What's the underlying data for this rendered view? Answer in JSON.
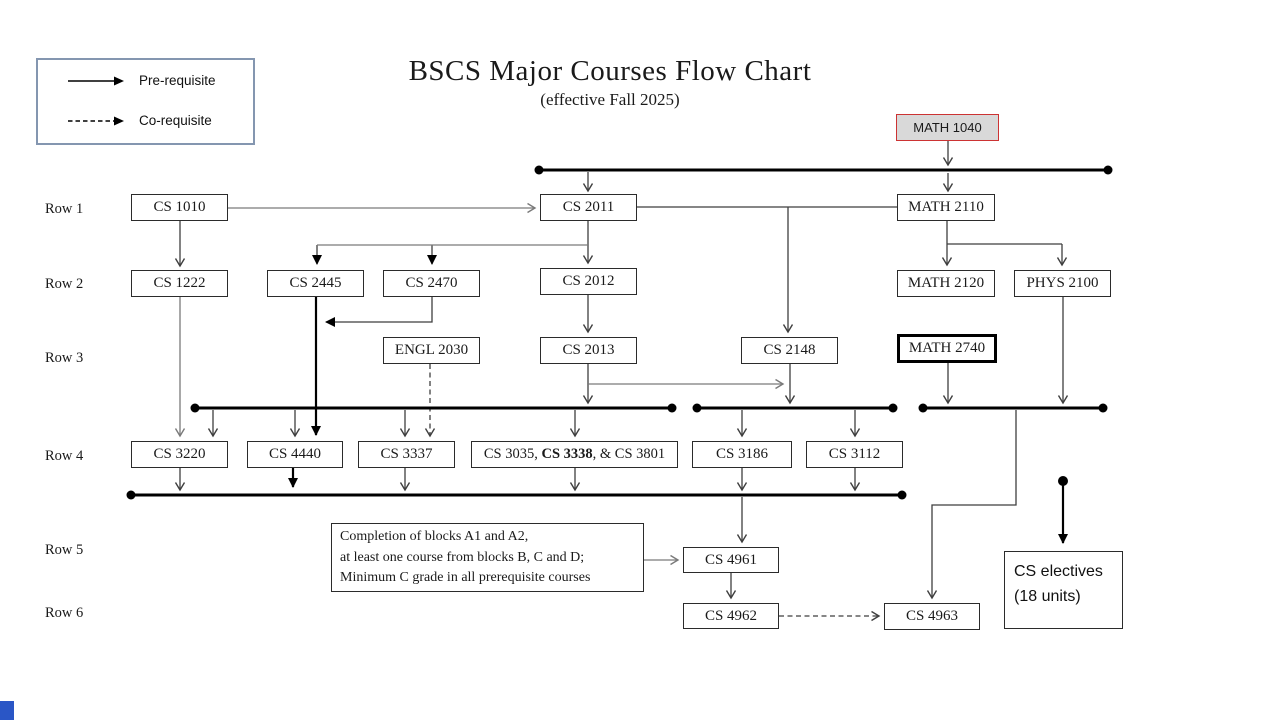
{
  "title": "BSCS Major Courses Flow Chart",
  "subtitle": "(effective Fall 2025)",
  "legend": {
    "pre_label": "Pre-requisite",
    "co_label": "Co-requisite"
  },
  "row_labels": [
    "Row 1",
    "Row 2",
    "Row 3",
    "Row 4",
    "Row 5",
    "Row 6"
  ],
  "nodes": {
    "math1040": "MATH 1040",
    "cs1010": "CS 1010",
    "cs2011": "CS 2011",
    "math2110": "MATH 2110",
    "cs1222": "CS 1222",
    "cs2445": "CS 2445",
    "cs2470": "CS 2470",
    "cs2012": "CS 2012",
    "math2120": "MATH 2120",
    "phys2100": "PHYS 2100",
    "engl2030": "ENGL 2030",
    "cs2013": "CS 2013",
    "cs2148": "CS 2148",
    "math2740": "MATH 2740",
    "cs3220": "CS 3220",
    "cs4440": "CS 4440",
    "cs3337": "CS 3337",
    "cs3035_group": {
      "prefix": "CS 3035, ",
      "bold": "CS 3338",
      "suffix": ", & CS 3801"
    },
    "cs3186": "CS 3186",
    "cs3112": "CS 3112",
    "cs4961": "CS 4961",
    "cs4962": "CS 4962",
    "cs4963": "CS 4963"
  },
  "note": {
    "line1": "Completion of blocks A1 and A2,",
    "line2": "at least one course from blocks B, C and D;",
    "line3": "Minimum C grade in all prerequisite courses"
  },
  "electives": {
    "line1": "CS electives",
    "line2": "(18 units)"
  },
  "colors": {
    "highlight_fill": "#d9d9d9",
    "highlight_border": "#cc3333",
    "legend_border": "#8496b0",
    "line": "#3f3f3f",
    "line_gray": "#7a7a7a",
    "bar": "#000000"
  }
}
